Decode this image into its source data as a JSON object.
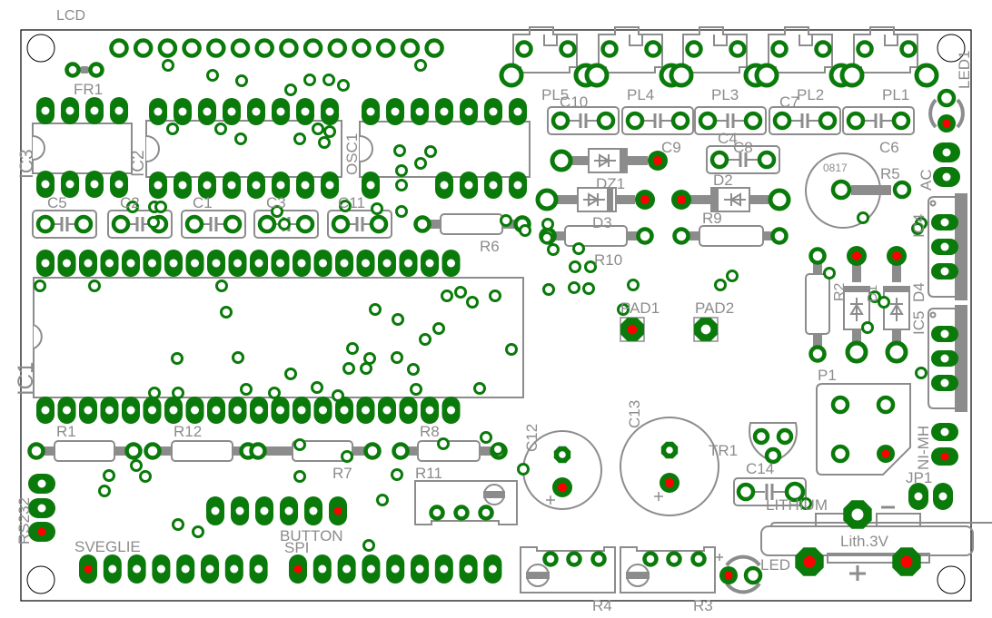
{
  "board": {
    "title": "PCB component placement (silkscreen + pads)",
    "colors": {
      "pad": "#0a7a0a",
      "pad_hole": "#ffffff",
      "pin1_marker": "#ff0000",
      "silkscreen": "#8c8c8c",
      "outline": "#000000"
    }
  },
  "labels": {
    "lcd": "LCD",
    "fr1": "FR1",
    "ic3": "IC3",
    "ic2": "IC2",
    "osc1": "OSC1",
    "ic1": "IC1",
    "c5": "C5",
    "c2": "C2",
    "c1": "C1",
    "c3": "C3",
    "c11": "C11",
    "r6": "R6",
    "pl5": "PL5",
    "pl4": "PL4",
    "pl3": "PL3",
    "pl2": "PL2",
    "pl1": "PL1",
    "c10": "C10",
    "c9": "C9",
    "c4": "C4",
    "c8": "C8",
    "c7": "C7",
    "c6": "C6",
    "led1": "LED1",
    "ac": "AC",
    "dz1": "DZ1",
    "d2": "D2",
    "d3": "D3",
    "r9": "R9",
    "r10": "R10",
    "r5": "R5",
    "r5_code": "0817",
    "ic4": "IC4",
    "ic5": "IC5",
    "d4": "D4",
    "d1": "D1",
    "r2": "R2",
    "p1": "P1",
    "pad1": "PAD1",
    "pad2": "PAD2",
    "r1": "R1",
    "r12": "R12",
    "r7": "R7",
    "r8": "R8",
    "r11": "R11",
    "c12": "C12",
    "c13": "C13",
    "tr1": "TR1",
    "c14": "C14",
    "nimh": "NI-MH",
    "jp1": "JP1",
    "lithium": "LITHIUM",
    "lith3v": "Lith.3V",
    "minus": "−",
    "plus": "+",
    "rs232": "RS232",
    "button": "BUTTON",
    "spi": "SPI",
    "sveglie": "SVEGLIE",
    "r4": "R4",
    "r3": "R3",
    "led": "LED"
  }
}
